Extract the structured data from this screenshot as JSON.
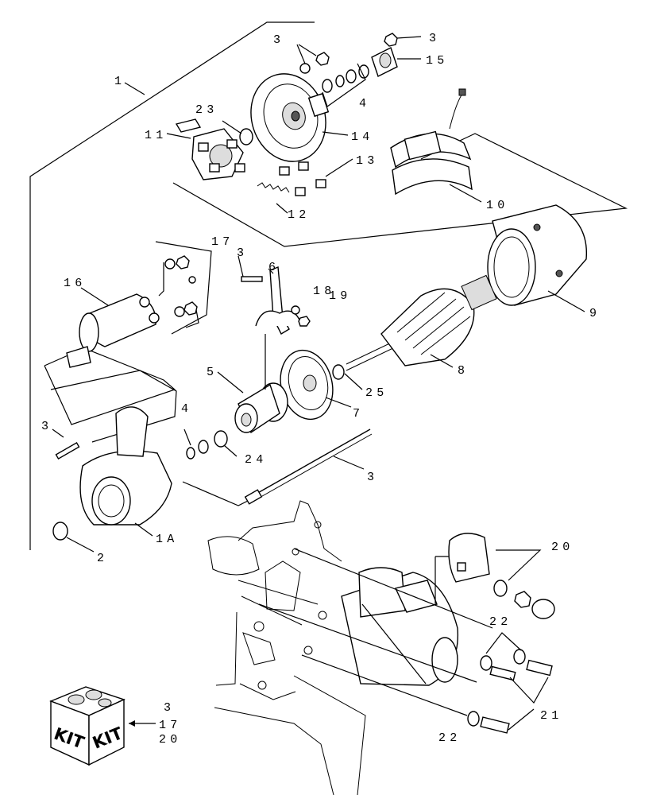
{
  "callouts": {
    "c1": "1",
    "c1a": "1A",
    "c2": "2",
    "c3_top_a": "3",
    "c3_top_b": "3",
    "c3_fork": "3",
    "c3_bolt": "3",
    "c3_rod": "3",
    "c3_kit": "3",
    "c4_top": "4",
    "c4_mid": "4",
    "c5": "5",
    "c6": "6",
    "c7": "7",
    "c8": "8",
    "c9": "9",
    "c10": "10",
    "c11": "11",
    "c12": "12",
    "c13": "13",
    "c14": "14",
    "c15": "15",
    "c16": "16",
    "c17_top": "17",
    "c17_kit": "17",
    "c18": "18",
    "c19": "19",
    "c20": "20",
    "c20_kit": "20",
    "c21": "21",
    "c22_a": "22",
    "c22_b": "22",
    "c23": "23",
    "c24": "24",
    "c25": "25"
  },
  "kit": {
    "label_left": "KIT",
    "label_right": "KIT"
  }
}
